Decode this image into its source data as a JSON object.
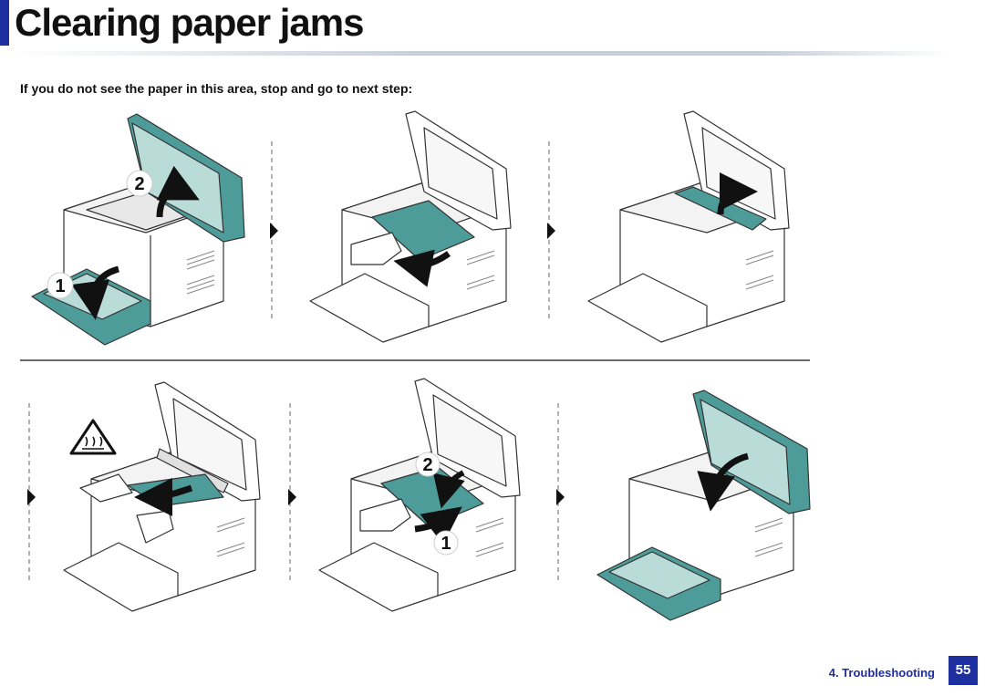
{
  "page": {
    "title": "Clearing paper jams",
    "instruction": "If you do not see the paper in this area, stop and go to next step:",
    "footer": {
      "section": "4. Troubleshooting",
      "page_number": "55"
    }
  },
  "steps": [
    {
      "id": "step-1",
      "callouts": [
        "1",
        "2"
      ]
    },
    {
      "id": "step-2",
      "callouts": []
    },
    {
      "id": "step-3",
      "callouts": []
    },
    {
      "id": "step-4",
      "callouts": [],
      "icon": "hot-surface-warning-icon"
    },
    {
      "id": "step-5",
      "callouts": [
        "2",
        "1"
      ]
    },
    {
      "id": "step-6",
      "callouts": []
    }
  ],
  "colors": {
    "accent": "#1e2fa0",
    "teal": "#4e9c9a",
    "teal_light": "#b9dcd8",
    "line": "#333333"
  }
}
